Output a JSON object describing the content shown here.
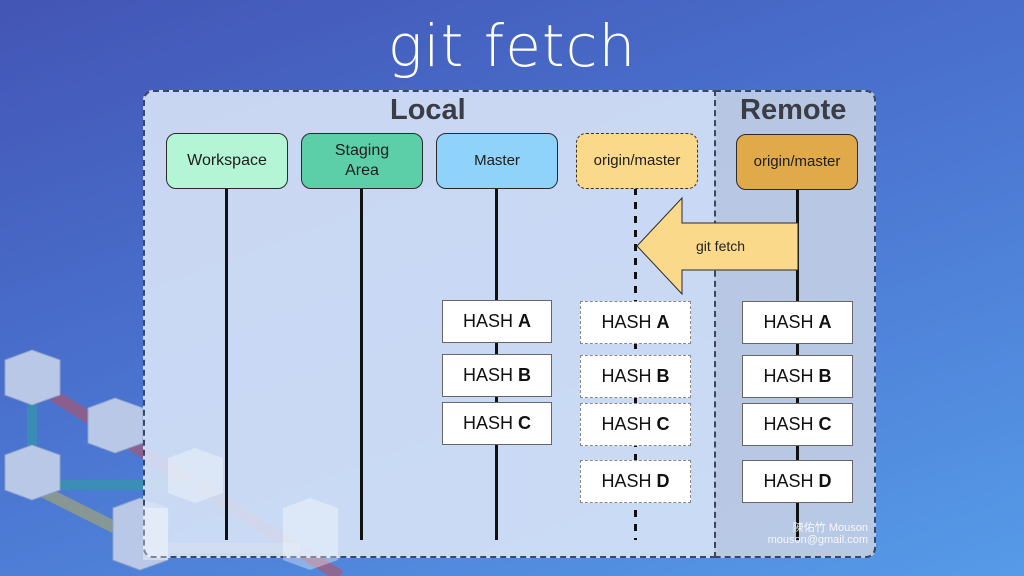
{
  "title": "git fetch",
  "panels": {
    "local": "Local",
    "remote": "Remote"
  },
  "columns": {
    "workspace": "Workspace",
    "staging_line1": "Staging",
    "staging_line2": "Area",
    "master": "Master",
    "local_origin_master": "origin/master",
    "remote_origin_master": "origin/master"
  },
  "arrow_label": "git fetch",
  "hash_prefix": "HASH",
  "master_commits": [
    "A",
    "B",
    "C"
  ],
  "local_origin_commits": [
    "A",
    "B",
    "C",
    "D"
  ],
  "remote_commits": [
    "A",
    "B",
    "C",
    "D"
  ],
  "watermark": {
    "name": "陳佑竹 Mouson",
    "email": "mouson@gmail.com"
  },
  "colors": {
    "workspace": "#b4f5d6",
    "staging": "#5dcfa8",
    "master": "#8fd3fb",
    "local_origin": "#fbd98a",
    "remote_origin": "#e0a94a",
    "arrow": "#fbd98a"
  }
}
